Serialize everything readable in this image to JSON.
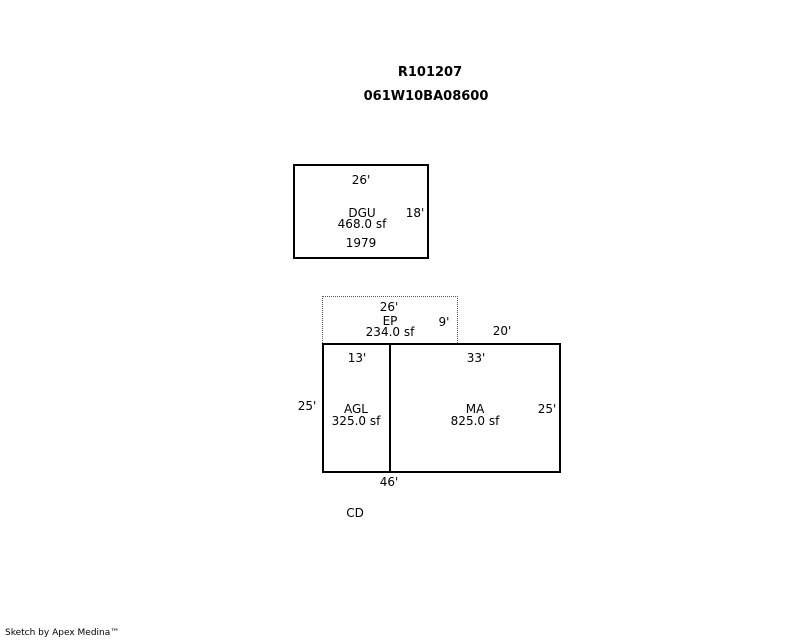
{
  "header": {
    "account": "R101207",
    "map_tax_lot": "061W10BA08600"
  },
  "dgu": {
    "width": "26'",
    "depth": "18'",
    "code": "DGU",
    "area": "468.0 sf",
    "year": "1979"
  },
  "ep": {
    "width": "26'",
    "depth": "9'",
    "code": "EP",
    "area": "234.0 sf"
  },
  "agl": {
    "width": "13'",
    "height": "25'",
    "code": "AGL",
    "area": "325.0 sf"
  },
  "ma": {
    "width": "33'",
    "height": "25'",
    "code": "MA",
    "area": "825.0 sf",
    "top_right": "20'"
  },
  "bottom_total": "46'",
  "cd_label": "CD",
  "footer": "Sketch by Apex Medina™"
}
